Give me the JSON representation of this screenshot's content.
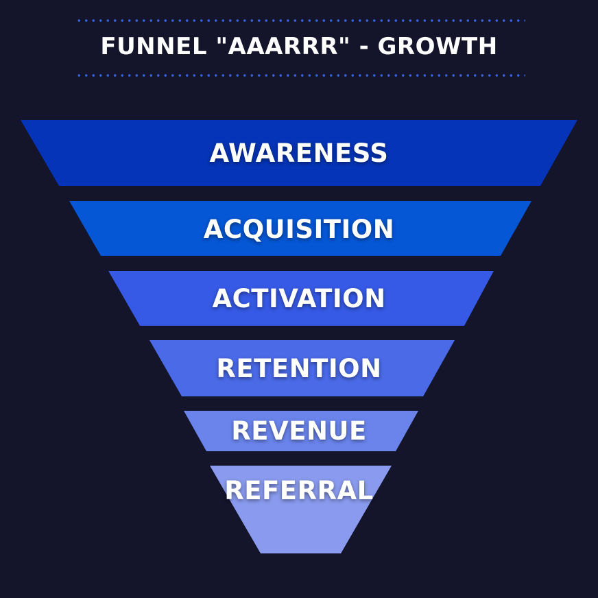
{
  "title": "FUNNEL \"AAARRR\" - GROWTH",
  "stages": [
    {
      "label": "AWARENESS",
      "color": "#0534b8"
    },
    {
      "label": "ACQUISITION",
      "color": "#0557d6"
    },
    {
      "label": "ACTIVATION",
      "color": "#365ae6"
    },
    {
      "label": "RETENTION",
      "color": "#4a6ae8"
    },
    {
      "label": "REVENUE",
      "color": "#6a84ec"
    },
    {
      "label": "REFERRAL",
      "color": "#8a9bef"
    }
  ]
}
